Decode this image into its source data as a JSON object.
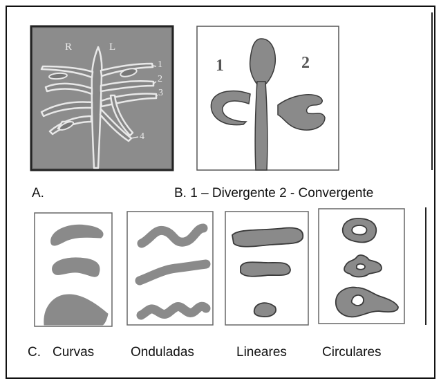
{
  "panel_a": {
    "side_labels": [
      "R",
      "L"
    ],
    "branch_numbers": [
      "1",
      "2",
      "3",
      "4"
    ],
    "caption": "A."
  },
  "panel_b": {
    "numbers": [
      "1",
      "2"
    ],
    "caption": "B. 1 – Divergente 2 - Convergente"
  },
  "shapes_row": {
    "prefix": "C.",
    "labels": [
      "Curvas",
      "Onduladas",
      "Lineares",
      "Circulares"
    ]
  },
  "colors": {
    "shape_fill": "#8a8a8a",
    "outline": "#3a3a3a",
    "photo_bg": "#7e7e7e",
    "border": "#111111"
  }
}
